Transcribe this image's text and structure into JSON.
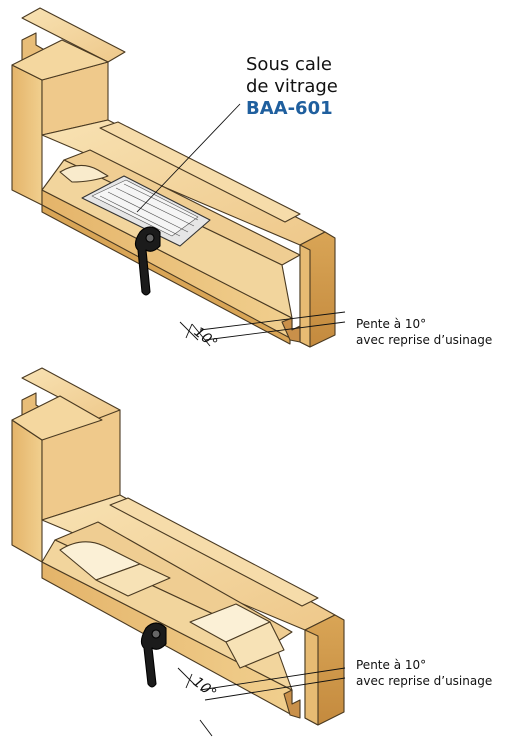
{
  "callout": {
    "line1": "Sous cale",
    "line2": "de vitrage",
    "code": "BAA-601"
  },
  "notes": [
    {
      "line1": "Pente à 10°",
      "line2": "avec reprise d’usinage"
    },
    {
      "line1": "Pente à 10°",
      "line2": "avec reprise d’usinage"
    }
  ],
  "angle_labels": [
    "10°",
    "10°"
  ],
  "colors": {
    "wood_light": "#f6d9a2",
    "wood_mid": "#e9bd73",
    "wood_dark": "#cf9a4c",
    "outline": "#4a3a22",
    "accent_blue": "#1f5f9e",
    "clip": "#1b1b1b",
    "spacer": "#e6e6e6"
  }
}
